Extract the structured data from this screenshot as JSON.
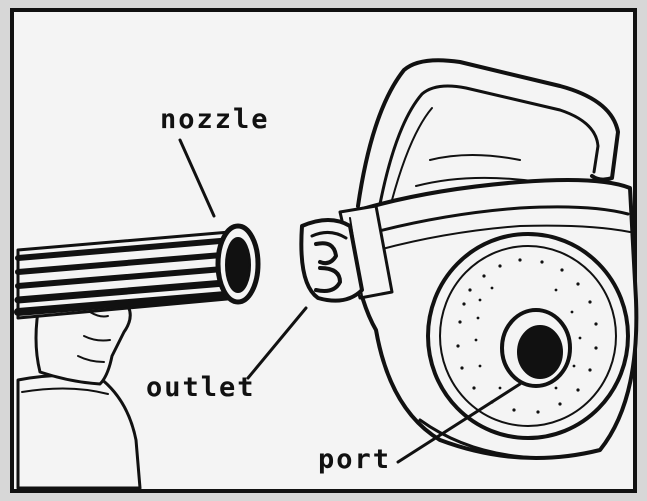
{
  "diagram": {
    "labels": {
      "nozzle": "nozzle",
      "outlet": "outlet",
      "port": "port"
    },
    "colors": {
      "ink": "#111111",
      "paper": "#f4f4f4",
      "border": "#d7d7d7"
    }
  }
}
